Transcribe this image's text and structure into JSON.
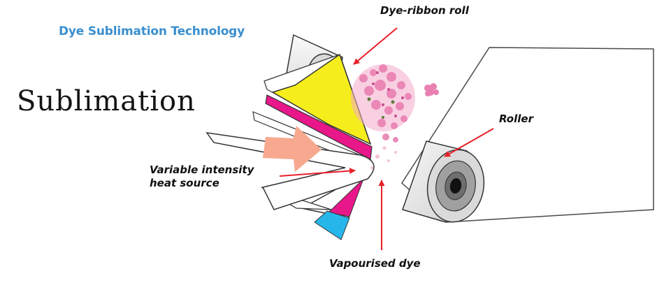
{
  "header": {
    "brand": "Dye Sublimation Technology",
    "title": "Sublimation"
  },
  "labels": {
    "ribbon_roll": "Dye-ribbon roll",
    "roller": "Roller",
    "heat_line1": "Variable intensity",
    "heat_line2": "heat source",
    "vapourised_dye": "Vapourised dye"
  },
  "colors": {
    "arrow": "#e8202a",
    "yellow_panel": "#f6ee1c",
    "magenta_panel": "#e8178a",
    "cyan_panel": "#27b6ea",
    "heat_arrow": "#f7a88e",
    "brand_text": "#3a8fd0"
  }
}
